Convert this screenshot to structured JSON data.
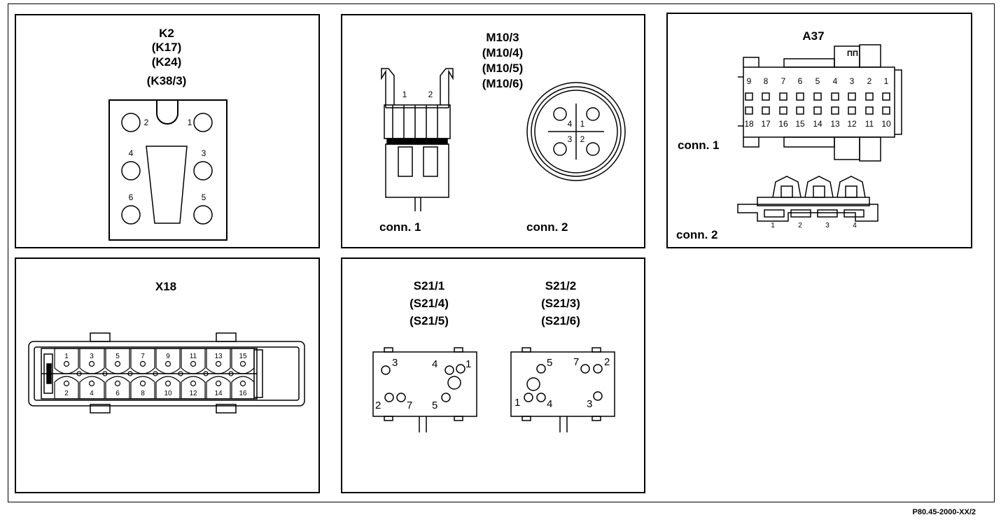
{
  "panels": {
    "k2": {
      "labels": [
        "K2",
        "(K17)",
        "(K24)",
        "(K38/3)"
      ],
      "pins": [
        "1",
        "2",
        "3",
        "4",
        "5",
        "6"
      ]
    },
    "m10": {
      "labels": [
        "M10/3",
        "(M10/4)",
        "(M10/5)",
        "(M10/6)"
      ],
      "conn1": {
        "caption": "conn. 1",
        "pins": [
          "1",
          "2"
        ]
      },
      "conn2": {
        "caption": "conn. 2",
        "pins": [
          "1",
          "2",
          "3",
          "4"
        ]
      }
    },
    "a37": {
      "labels": [
        "A37"
      ],
      "conn1": {
        "caption": "conn. 1",
        "top_pins": [
          "9",
          "8",
          "7",
          "6",
          "5",
          "4",
          "3",
          "2",
          "1"
        ],
        "bottom_pins": [
          "18",
          "17",
          "16",
          "15",
          "14",
          "13",
          "12",
          "11",
          "10"
        ]
      },
      "conn2": {
        "caption": "conn. 2",
        "pins": [
          "1",
          "2",
          "3",
          "4"
        ]
      }
    },
    "x18": {
      "labels": [
        "X18"
      ],
      "top_pins": [
        "1",
        "3",
        "5",
        "7",
        "9",
        "11",
        "13",
        "15"
      ],
      "bottom_pins": [
        "2",
        "4",
        "6",
        "8",
        "10",
        "12",
        "14",
        "16"
      ]
    },
    "s21": {
      "left": {
        "labels": [
          "S21/1",
          "(S21/4)",
          "(S21/5)"
        ],
        "pins": [
          "3",
          "4",
          "1",
          "2",
          "7",
          "5"
        ]
      },
      "right": {
        "labels": [
          "S21/2",
          "(S21/3)",
          "(S21/6)"
        ],
        "pins": [
          "5",
          "7",
          "2",
          "1",
          "4",
          "3"
        ]
      }
    }
  },
  "footer": "P80.45-2000-XX/2"
}
